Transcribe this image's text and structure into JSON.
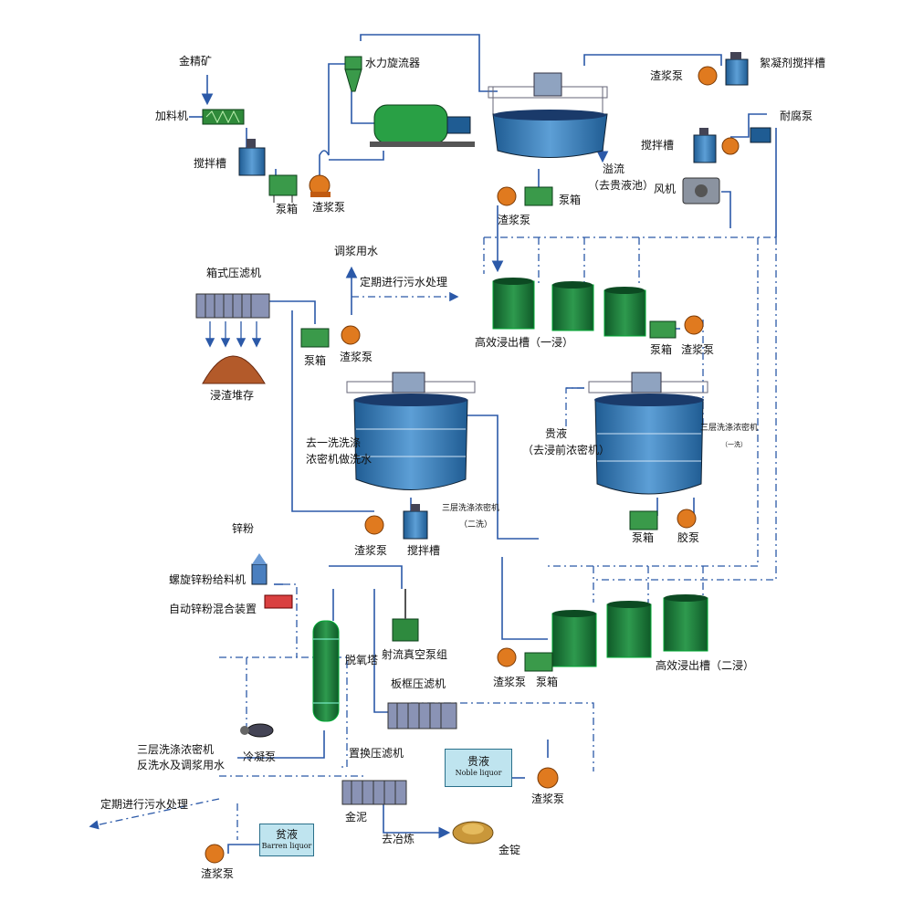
{
  "colors": {
    "pipe": "#2b59a8",
    "tank_green": "#1f7a3a",
    "tank_blue": "#3d7fb8",
    "pump_orange": "#e07a1f",
    "pump_box_green": "#3a9a4a",
    "liquor_box": "#bfe4ef"
  },
  "labels": {
    "gold_concentrate": "金精矿",
    "feeder": "加料机",
    "agitator_1": "搅拌槽",
    "pump_box_1": "泵箱",
    "slurry_pump_1": "渣浆泵",
    "hydrocyclone": "水力旋流器",
    "slurry_pump_top": "渣浆泵",
    "flocculant_tank": "絮凝剂搅拌槽",
    "agitator_2": "搅拌槽",
    "corrosion_pump": "耐腐泵",
    "overflow": "溢流",
    "overflow_note": "（去贵液池）",
    "pump_box_2": "泵箱",
    "slurry_pump_2": "渣浆泵",
    "blower": "风机",
    "slurry_water": "调浆用水",
    "box_filter_press": "箱式压滤机",
    "sewage_1": "定期进行污水处理",
    "pump_box_3": "泵箱",
    "slurry_pump_3": "渣浆泵",
    "leach_1": "高效浸出槽（一浸）",
    "pump_box_4": "泵箱",
    "slurry_pump_4": "渣浆泵",
    "residue_stock": "浸渣堆存",
    "wash_water_note_1": "去一洗洗涤",
    "wash_water_note_2": "浓密机做洗水",
    "pregnant_liquor": "贵液",
    "pregnant_note": "（去浸前浓密机）",
    "thickener_3layer_a": "三层洗涤浓密机",
    "thickener_a_sub": "（一洗）",
    "thickener_3layer_b": "三层洗涤浓密机",
    "thickener_b_sub": "（二洗）",
    "slurry_pump_5": "渣浆泵",
    "agitator_3": "搅拌槽",
    "pump_box_5": "泵箱",
    "glue_pump": "胶泵",
    "zinc_powder": "锌粉",
    "screw_zinc_feeder": "螺旋锌粉给料机",
    "auto_zinc_mixer": "自动锌粉混合装置",
    "deaerator": "脱氧塔",
    "jet_vacuum": "射流真空泵组",
    "slurry_pump_6": "渣浆泵",
    "pump_box_6": "泵箱",
    "leach_2": "高效浸出槽（二浸）",
    "plate_filter": "板框压滤机",
    "backwash_1": "三层洗涤浓密机",
    "backwash_2": "反洗水及调浆用水",
    "cooling_pump": "冷凝泵",
    "displacement_filter": "置换压滤机",
    "noble_cn": "贵液",
    "noble_en": "Noble liquor",
    "slurry_pump_7": "渣浆泵",
    "sewage_2": "定期进行污水处理",
    "gold_mud": "金泥",
    "barren_cn": "贫液",
    "barren_en": "Barren liquor",
    "smelting": "去冶炼",
    "gold_ingot": "金锭",
    "slurry_pump_8": "渣浆泵"
  }
}
